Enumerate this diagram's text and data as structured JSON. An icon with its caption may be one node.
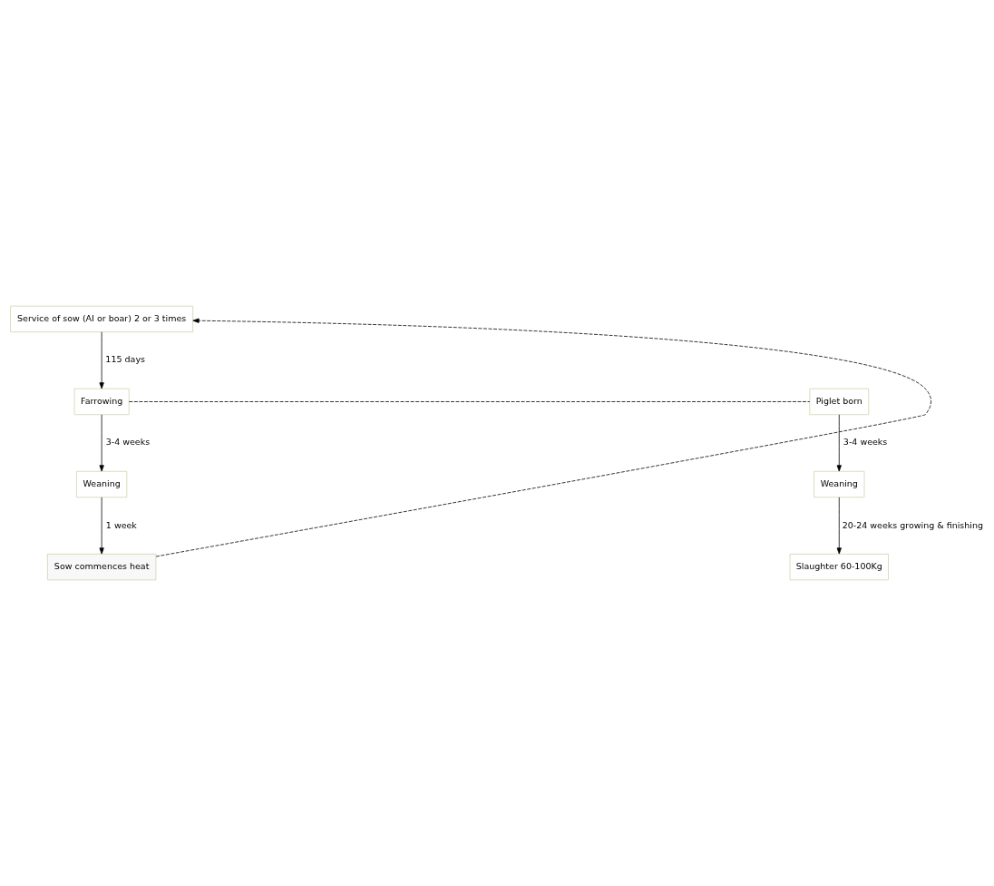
{
  "diagram": {
    "nodes": [
      {
        "text": [
          "Service of sow (AI or boar) 2 or 3 times"
        ]
      },
      {
        "text": [
          "Farrowing"
        ]
      },
      {
        "text": [
          "Piglet born"
        ]
      },
      {
        "text": [
          "Weaning"
        ]
      },
      {
        "text": [
          "Sow commences heat"
        ]
      },
      {
        "text": [
          "Weaning"
        ]
      },
      {
        "text": [
          "Slaughter 60-100Kg"
        ]
      }
    ],
    "edges": [
      {
        "from": 0,
        "to": 1,
        "arrow": "to",
        "label": "115 days"
      },
      {
        "from": 1,
        "to": 2,
        "arrow": "none",
        "style": "dashed"
      },
      {
        "from": 1,
        "to": 3,
        "arrow": "to",
        "label": "3-4 weeks"
      },
      {
        "from": 3,
        "to": 4,
        "arrow": "to",
        "label": "1 week"
      },
      {
        "from": 4,
        "to": 0,
        "arrow": "to",
        "style": "dashed"
      },
      {
        "from": 2,
        "to": 5,
        "arrow": "to",
        "label": "3-4 weeks"
      },
      {
        "from": 5,
        "to": 6,
        "arrow": "to",
        "label": "20-24 weeks growing & finishing"
      }
    ]
  }
}
